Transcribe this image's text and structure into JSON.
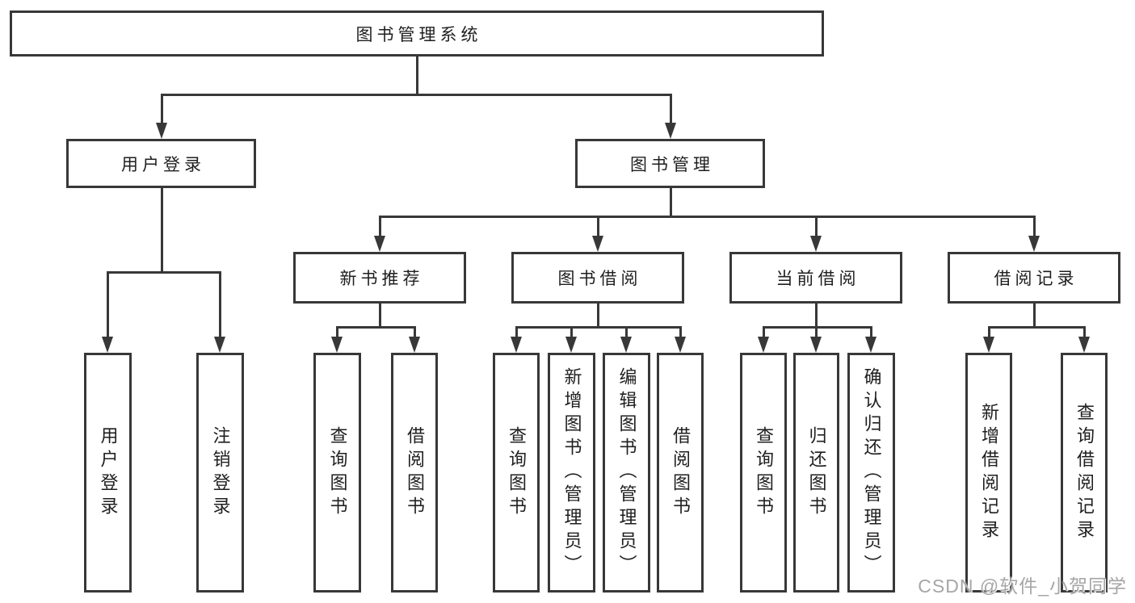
{
  "diagram": {
    "root": {
      "label": "图书管理系统"
    },
    "level2": [
      {
        "label": "用户登录",
        "parent": "图书管理系统"
      },
      {
        "label": "图书管理",
        "parent": "图书管理系统"
      }
    ],
    "level3": [
      {
        "label": "新书推荐",
        "parent": "图书管理"
      },
      {
        "label": "图书借阅",
        "parent": "图书管理"
      },
      {
        "label": "当前借阅",
        "parent": "图书管理"
      },
      {
        "label": "借阅记录",
        "parent": "图书管理"
      }
    ],
    "leaves": [
      {
        "label": "用户登录",
        "parent": "用户登录"
      },
      {
        "label": "注销登录",
        "parent": "用户登录"
      },
      {
        "label": "查询图书",
        "parent": "新书推荐"
      },
      {
        "label": "借阅图书",
        "parent": "新书推荐"
      },
      {
        "label": "查询图书",
        "parent": "图书借阅"
      },
      {
        "label": "新增图书（管理员）",
        "parent": "图书借阅"
      },
      {
        "label": "编辑图书（管理员）",
        "parent": "图书借阅"
      },
      {
        "label": "借阅图书",
        "parent": "图书借阅"
      },
      {
        "label": "查询图书",
        "parent": "当前借阅"
      },
      {
        "label": "归还图书",
        "parent": "当前借阅"
      },
      {
        "label": "确认归还（管理员）",
        "parent": "当前借阅"
      },
      {
        "label": "新增借阅记录",
        "parent": "借阅记录"
      },
      {
        "label": "查询借阅记录",
        "parent": "借阅记录"
      }
    ],
    "colors": {
      "line": "#383838",
      "text": "#1f1f1f",
      "box_background": "#ffffff"
    }
  },
  "watermark": {
    "text": "CSDN @软件_小贺同学",
    "color": "#a6a6a6"
  }
}
